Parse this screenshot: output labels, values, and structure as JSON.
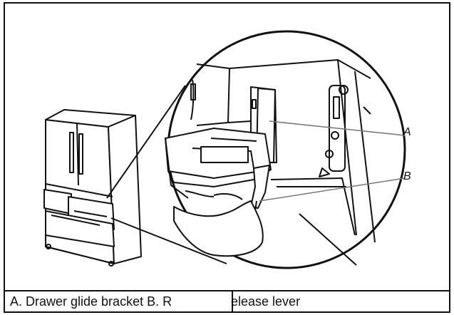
{
  "callouts": {
    "a": "A",
    "b": "B"
  },
  "caption": {
    "left": "A. Drawer glide bracket B. R",
    "right": "elease lever"
  }
}
